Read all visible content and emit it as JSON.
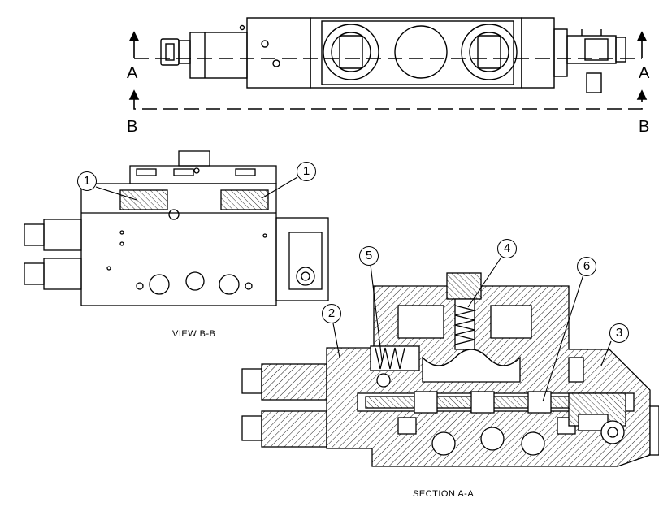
{
  "section_marks": {
    "a_left": "A",
    "a_right": "A",
    "b_left": "B",
    "b_right": "B"
  },
  "captions": {
    "view_bb": "VIEW B-B",
    "section_aa": "SECTION A-A"
  },
  "callouts": {
    "c1_left": "1",
    "c1_right": "1",
    "c2": "2",
    "c3": "3",
    "c4": "4",
    "c5": "5",
    "c6": "6"
  }
}
